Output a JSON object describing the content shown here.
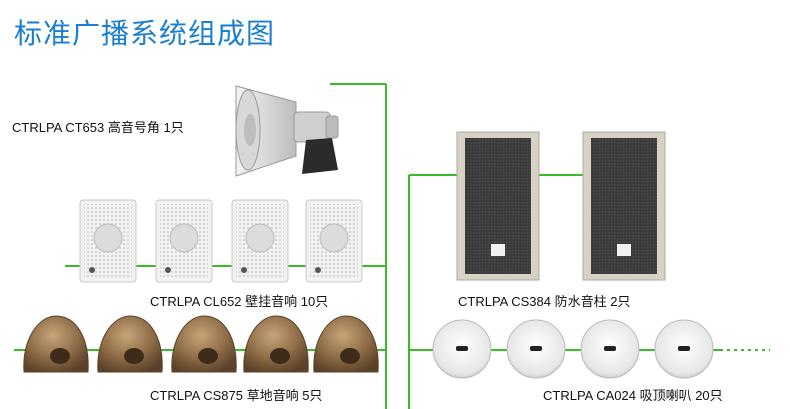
{
  "title": "标准广播系统组成图",
  "colors": {
    "title": "#1a7fd0",
    "wire": "#3cba2c"
  },
  "devices": {
    "horn": {
      "label": "CTRLPA CT653   高音号角  1只",
      "icon": "horn-speaker-icon"
    },
    "wall": {
      "label": "CTRLPA CL652   壁挂音响  10只",
      "icon": "wall-speaker-icon"
    },
    "garden": {
      "label": "CTRLPA CS875   草地音响  5只",
      "icon": "rock-speaker-icon"
    },
    "column": {
      "label": "CTRLPA CS384   防水音柱  2只",
      "icon": "column-speaker-icon"
    },
    "ceiling": {
      "label": "CTRLPA CA024   吸顶喇叭 20只",
      "icon": "ceiling-speaker-icon"
    }
  }
}
